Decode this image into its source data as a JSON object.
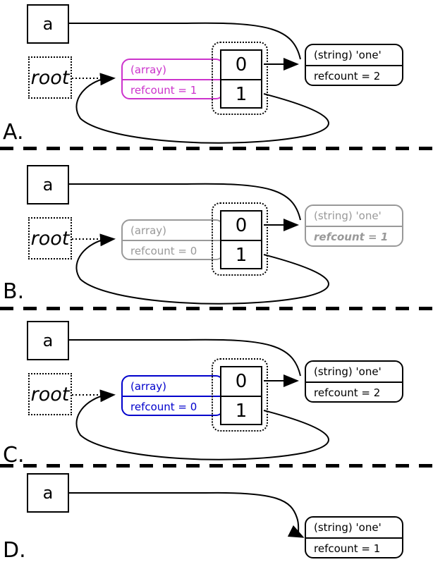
{
  "colors": {
    "panel_a_array_highlight": "#cc33cc",
    "panel_b_faded": "#999999",
    "panel_c_array_highlight": "#0000cc",
    "line_color": "#000000"
  },
  "panels": [
    {
      "label": "A.",
      "variable": "a",
      "root": "root",
      "array": {
        "type": "(array)",
        "refcount": "refcount = 1"
      },
      "cells": [
        "0",
        "1"
      ],
      "string": {
        "type": "(string) 'one'",
        "refcount": "refcount = 2"
      }
    },
    {
      "label": "B.",
      "variable": "a",
      "root": "root",
      "array": {
        "type": "(array)",
        "refcount": "refcount = 0"
      },
      "cells": [
        "0",
        "1"
      ],
      "string": {
        "type": "(string) 'one'",
        "refcount": "refcount = 1"
      }
    },
    {
      "label": "C.",
      "variable": "a",
      "root": "root",
      "array": {
        "type": "(array)",
        "refcount": "refcount = 0"
      },
      "cells": [
        "0",
        "1"
      ],
      "string": {
        "type": "(string) 'one'",
        "refcount": "refcount = 2"
      }
    },
    {
      "label": "D.",
      "variable": "a",
      "string": {
        "type": "(string) 'one'",
        "refcount": "refcount = 1"
      }
    }
  ]
}
